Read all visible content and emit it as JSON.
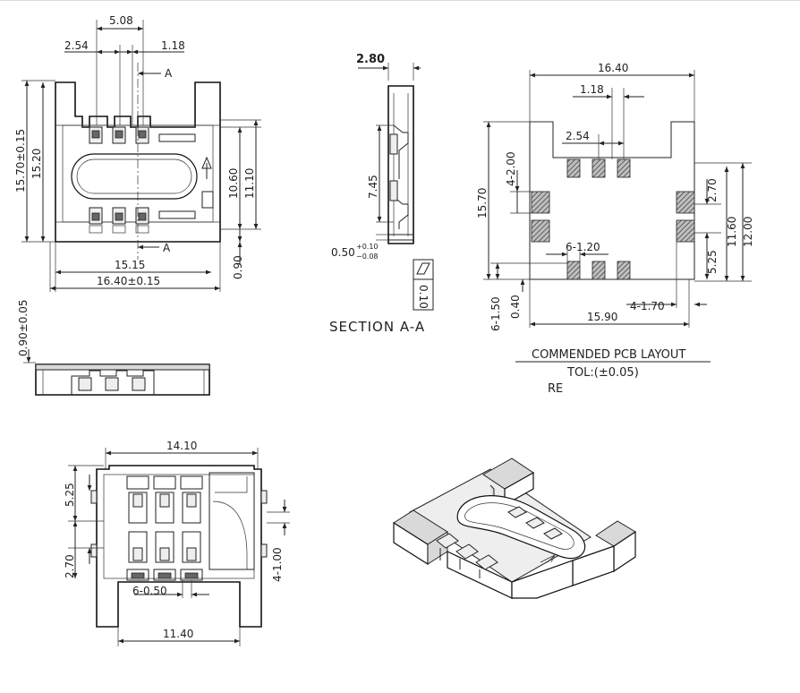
{
  "top_view": {
    "dim_5_08": "5.08",
    "dim_2_54": "2.54",
    "dim_1_18": "1.18",
    "section_mark_top": "A",
    "section_mark_bottom": "A",
    "dim_15_70": "15.70±0.15",
    "dim_15_20": "15.20",
    "dim_10_60": "10.60",
    "dim_11_10": "11.10",
    "dim_15_15": "15.15",
    "dim_0_90": "0.90",
    "dim_16_40": "16.40±0.15"
  },
  "side_view": {
    "dim_0_90": "0.90±0.05"
  },
  "section": {
    "dim_2_80": "2.80",
    "dim_7_45": "7.45",
    "dim_0_50_base": "0.50",
    "dim_0_50_tol_plus": "+0.10",
    "dim_0_50_tol_minus": "−0.08",
    "dim_0_10": "0.10",
    "title": "SECTION A-A"
  },
  "pcb_layout": {
    "dim_16_40": "16.40",
    "dim_1_18": "1.18",
    "dim_2_54": "2.54",
    "dim_4_2_00": "4-2.00",
    "dim_15_70": "15.70",
    "dim_2_70": "2.70",
    "dim_11_60": "11.60",
    "dim_12_00": "12.00",
    "dim_6_1_20": "6-1.20",
    "dim_5_25": "5.25",
    "dim_6_1_50": "6-1.50",
    "dim_0_40": "0.40",
    "dim_4_1_70": "4-1.70",
    "dim_15_90": "15.90",
    "title": "COMMENDED PCB LAYOUT",
    "tolerance": "TOL:(±0.05)",
    "re": "RE"
  },
  "bottom_view": {
    "dim_14_10": "14.10",
    "dim_5_25": "5.25",
    "dim_2_70": "2.70",
    "dim_4_1_00": "4-1.00",
    "dim_6_0_50": "6-0.50",
    "dim_11_40": "11.40"
  }
}
